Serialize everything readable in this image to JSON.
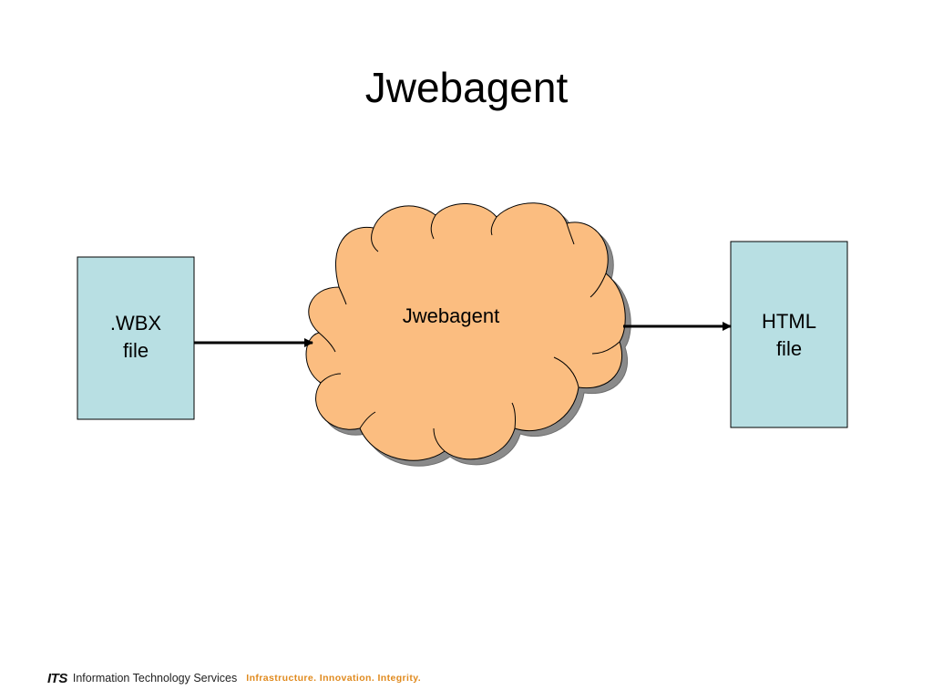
{
  "slide": {
    "title": "Jwebagent"
  },
  "diagram": {
    "input_box": {
      "line1": ".WBX",
      "line2": "file"
    },
    "process_cloud": {
      "label": "Jwebagent"
    },
    "output_box": {
      "line1": "HTML",
      "line2": "file"
    }
  },
  "footer": {
    "logo": "ITS",
    "organization": "Information Technology Services",
    "tagline": "Infrastructure. Innovation. Integrity."
  },
  "colors": {
    "box_fill": "#b8dfe3",
    "cloud_fill": "#fbbd80",
    "shadow": "#8a8a8a",
    "tagline": "#e08a1e"
  }
}
